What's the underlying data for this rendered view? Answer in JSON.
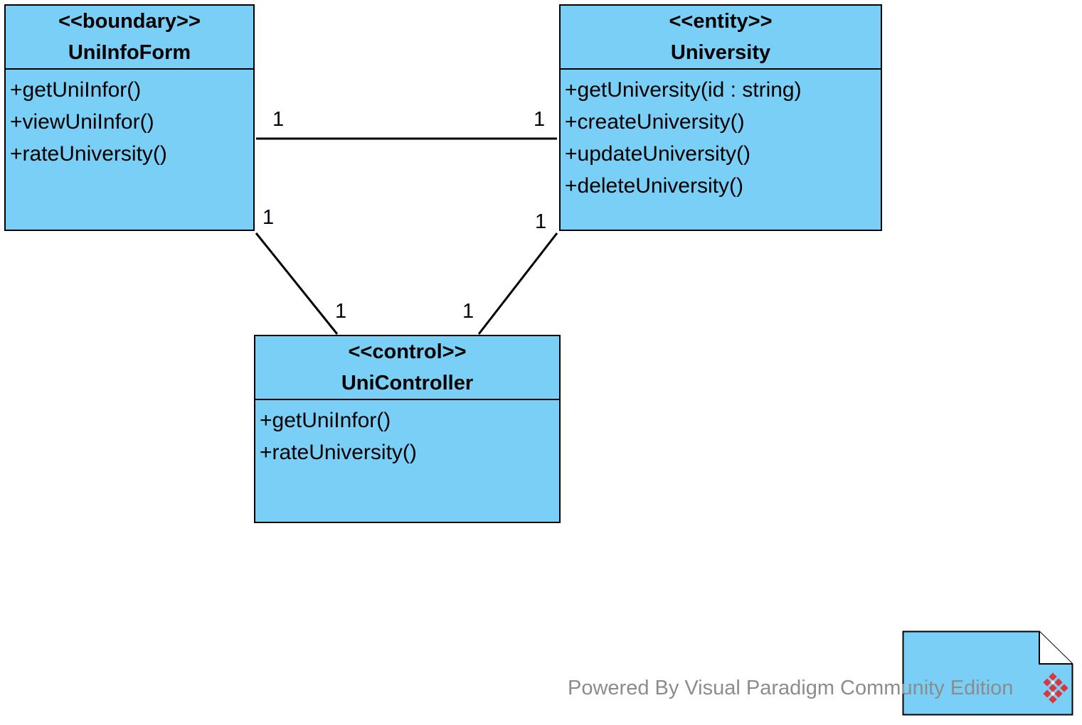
{
  "classes": {
    "uniinfoform": {
      "stereotype": "<<boundary>>",
      "name": "UniInfoForm",
      "operations": [
        "+getUniInfor()",
        "+viewUniInfor()",
        "+rateUniversity()"
      ]
    },
    "university": {
      "stereotype": "<<entity>>",
      "name": "University",
      "operations": [
        "+getUniversity(id : string)",
        "+createUniversity()",
        "+updateUniversity()",
        "+deleteUniversity()"
      ]
    },
    "unicontroller": {
      "stereotype": "<<control>>",
      "name": "UniController",
      "operations": [
        "+getUniInfor()",
        "+rateUniversity()"
      ]
    }
  },
  "associations": {
    "form_university": {
      "source_multiplicity": "1",
      "target_multiplicity": "1"
    },
    "form_controller": {
      "source_multiplicity": "1",
      "target_multiplicity": "1"
    },
    "university_controller": {
      "source_multiplicity": "1",
      "target_multiplicity": "1"
    }
  },
  "watermark": {
    "prefix": "Powered By",
    "product": "Visual Paradigm Community Edition",
    "logo_icon": "visual-paradigm-logo-icon"
  },
  "colors": {
    "class_fill": "#79CFF5",
    "border": "#000000",
    "watermark_text": "#8c8c8c",
    "logo": "#d9363e"
  }
}
